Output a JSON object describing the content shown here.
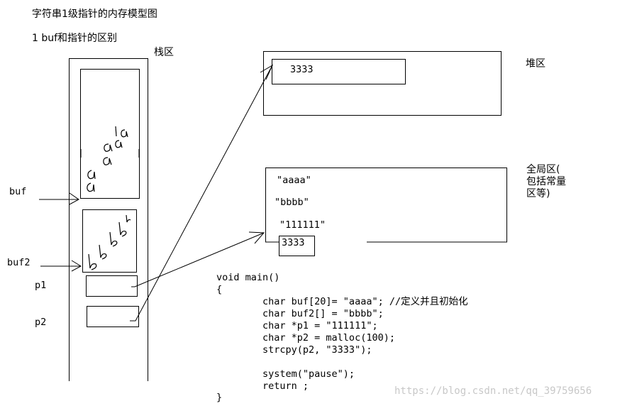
{
  "title": "字符串1级指针的内存模型图",
  "subtitle": "1 buf和指针的区别",
  "regions": {
    "stack": "栈区",
    "heap": "堆区",
    "global_line1": "全局区(",
    "global_line2": "包括常量",
    "global_line3": "区等)"
  },
  "stack_labels": {
    "buf": "buf",
    "buf2": "buf2",
    "p1": "p1",
    "p2": "p2"
  },
  "heap_value": "3333",
  "global_values": {
    "aaaa": "\"aaaa\"",
    "bbbb": "\"bbbb\"",
    "v111111": "\"111111\"",
    "v3333": "3333"
  },
  "code": {
    "line1": "void main()",
    "line2": "{",
    "line3": "        char buf[20]= \"aaaa\"; //定义并且初始化",
    "line4": "        char buf2[] = \"bbbb\";",
    "line5": "        char *p1 = \"111111\";",
    "line6": "        char *p2 = malloc(100);",
    "line7": "        strcpy(p2, \"3333\");",
    "line8": "",
    "line9": "        system(\"pause\");",
    "line10": "        return ;",
    "line11": "}"
  },
  "watermark": "https://blog.csdn.net/qq_39759656"
}
